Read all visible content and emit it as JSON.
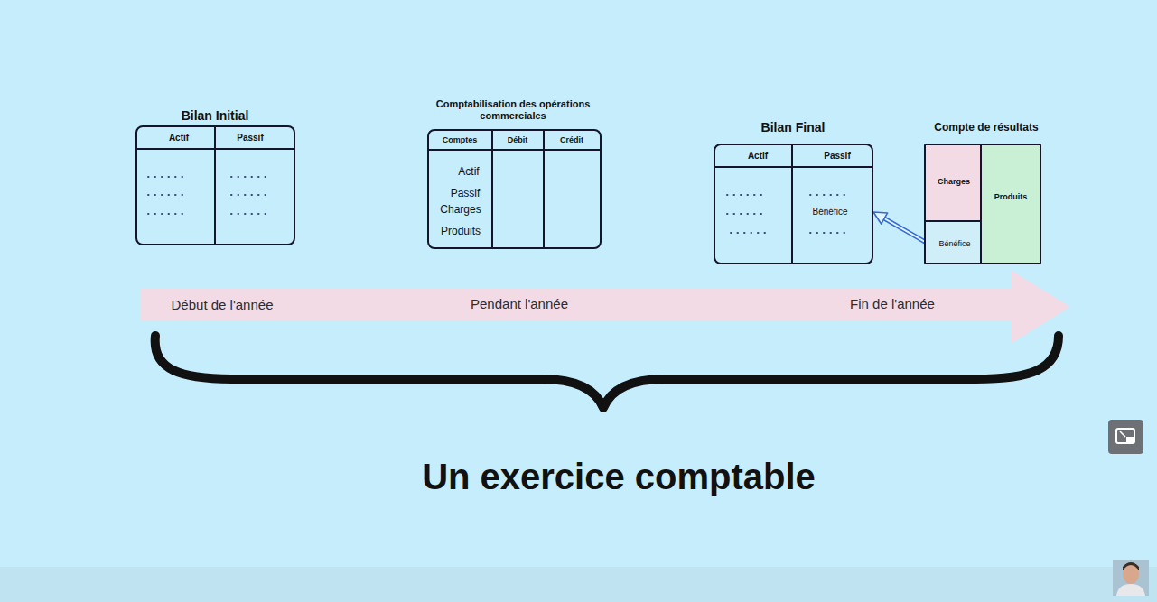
{
  "diagram": {
    "caption": "Un exercice comptable",
    "nodes": [
      {
        "text": [
          "Bilan Initial",
          "Actif",
          "Passif"
        ]
      },
      {
        "text": [
          "Comptabilisation des opérations commerciales",
          "Comptes",
          "Débit",
          "Crédit",
          "Actif",
          "Passif",
          "Charges",
          "Produits"
        ]
      },
      {
        "text": [
          "Bilan Final",
          "Actif",
          "Passif",
          "Bénéfice"
        ]
      },
      {
        "text": [
          "Compte de résultats"
        ]
      },
      {
        "text": [
          "Charges"
        ],
        "in": 3
      },
      {
        "text": [
          "Produits"
        ],
        "in": 3
      },
      {
        "text": [
          "Bénéfice"
        ],
        "in": 3
      },
      {
        "text": [
          "Début de l'année",
          "Pendant l'année",
          "Fin de l'année"
        ]
      }
    ],
    "edges": [
      {
        "from": 6,
        "to": 2,
        "arrow": "to"
      }
    ]
  }
}
